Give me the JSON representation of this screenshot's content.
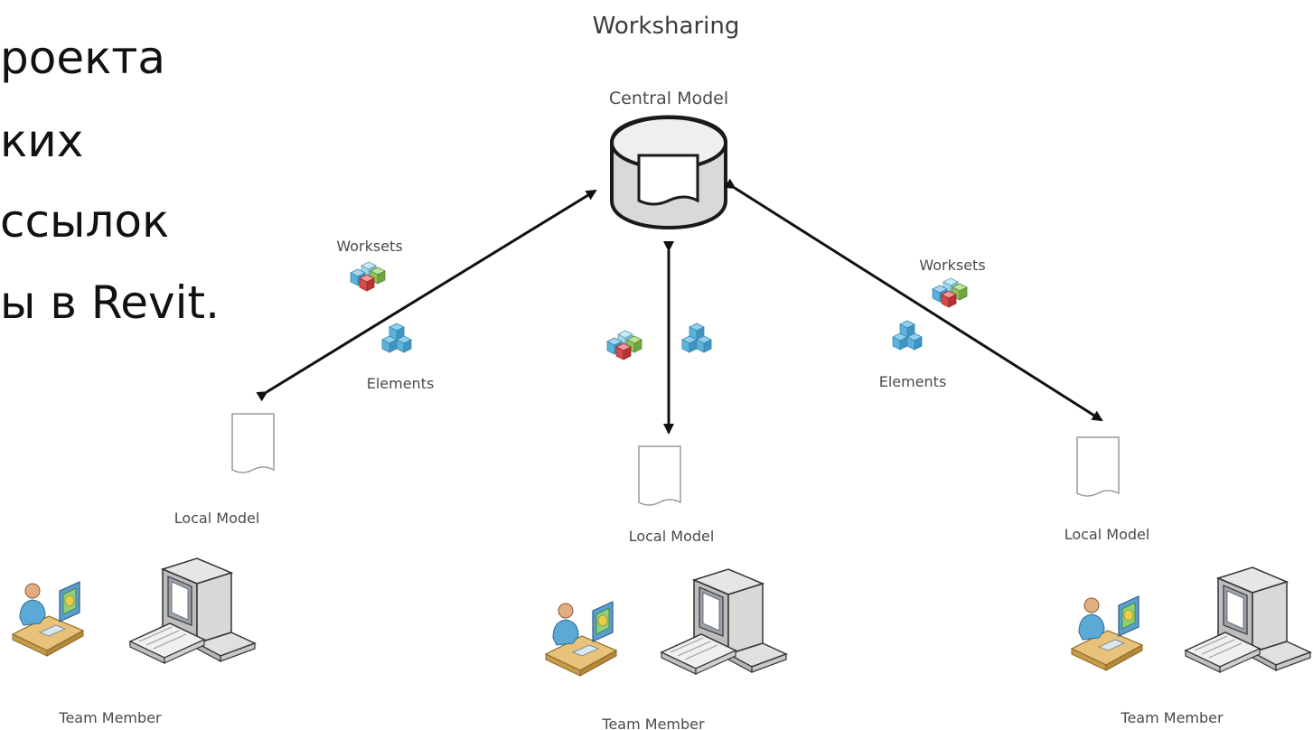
{
  "slide_text": {
    "lines": [
      "роекта",
      "ких",
      "ссылок",
      "ы в Revit."
    ]
  },
  "diagram": {
    "title": "Worksharing",
    "central_label": "Central Model",
    "worksets_label": "Worksets",
    "elements_label": "Elements",
    "local_model_label": "Local Model",
    "team_member_label": "Team Member"
  },
  "colors": {
    "line": "#111111",
    "label": "#4a4a4a",
    "cube_blue": "#5cb3d9",
    "cube_red": "#d84a4a",
    "cube_green": "#8fc25a",
    "desk": "#e2b867",
    "person": "#d9a57a",
    "shirt": "#5aa9d6",
    "computer": "#c9c9c9"
  }
}
